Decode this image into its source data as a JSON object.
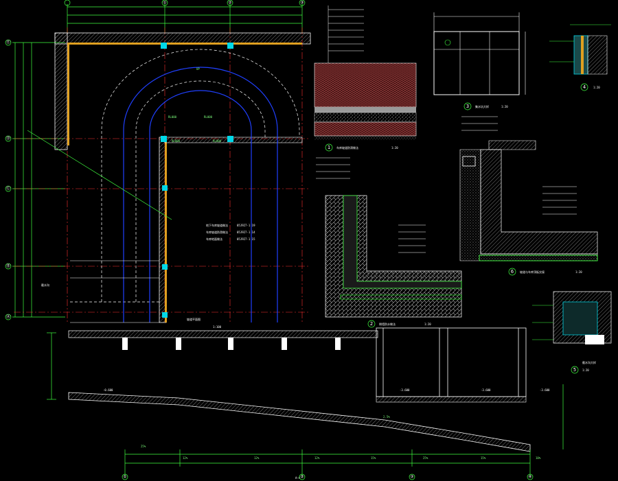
{
  "colors": {
    "background": "#000000",
    "wall_outline": "#ffffff",
    "hatch": "#9a9a9a",
    "grid_axis": "#ff3030",
    "dimension": "#40ff40",
    "curve_main": "#2040ff",
    "curve_dashed": "#ffffff",
    "column": "#00d8e8",
    "wall_fill_orange": "#e0a020",
    "section_brick": "#c05050",
    "annotation": "#ffffff"
  },
  "grid": {
    "top": [
      "①",
      "②",
      "③"
    ],
    "left": [
      "Ⓐ",
      "Ⓑ",
      "Ⓒ",
      "Ⓓ",
      "Ⓔ"
    ],
    "bottom": [
      "①",
      "②",
      "③",
      "④"
    ]
  },
  "plan": {
    "slope_labels": [
      "25%",
      "12%",
      "12%",
      "12%",
      "15%",
      "25%",
      "15%",
      "10%"
    ],
    "dim_labels": [
      "UP",
      "RL000",
      "RL000",
      "RL000",
      "RL000"
    ]
  },
  "details": {
    "callouts": [
      "1",
      "2",
      "3",
      "4",
      "5",
      "6"
    ],
    "scales": [
      "1:20",
      "1:20",
      "1:20",
      "1:20",
      "1:20",
      "1:20"
    ]
  },
  "section": {
    "label": "A—A",
    "slope_marks": [
      "2.5%",
      "-0.600",
      "-3.600",
      "-3.600",
      "-3.600"
    ]
  }
}
